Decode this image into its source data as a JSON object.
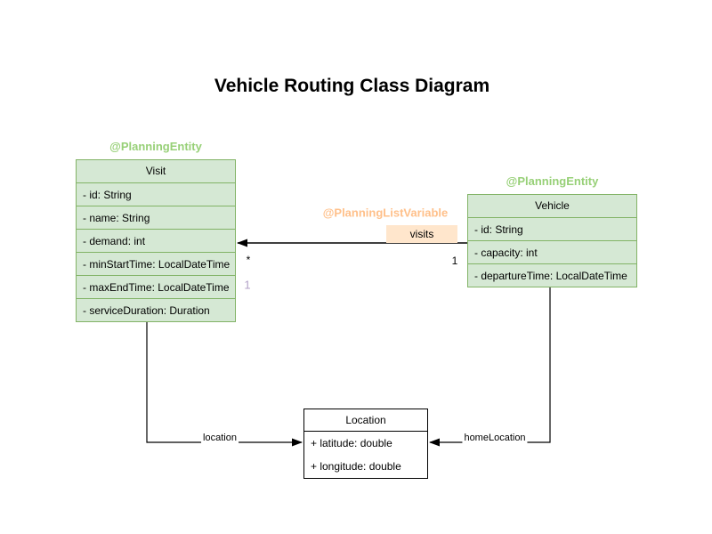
{
  "title": "Vehicle Routing Class Diagram",
  "classes": {
    "visit": {
      "stereotype": "@PlanningEntity",
      "name": "Visit",
      "attributes": [
        "- id: String",
        "- name: String",
        "- demand: int",
        "- minStartTime: LocalDateTime",
        "- maxEndTime: LocalDateTime",
        "- serviceDuration: Duration"
      ]
    },
    "vehicle": {
      "stereotype": "@PlanningEntity",
      "name": "Vehicle",
      "attributes": [
        "- id: String",
        "- capacity: int",
        "- departureTime: LocalDateTime"
      ]
    },
    "location": {
      "name": "Location",
      "attributes": [
        "+ latitude: double",
        "+ longitude: double"
      ]
    }
  },
  "edges": {
    "visits": {
      "annotation": "@PlanningListVariable",
      "label": "visits",
      "multiplicity_target": "*",
      "multiplicity_source": "1",
      "extra_marker": "1"
    },
    "location_edge": {
      "label": "location"
    },
    "home_location_edge": {
      "label": "homeLocation"
    }
  },
  "colors": {
    "class_fill_green": "#d5e8d4",
    "class_border_green": "#82b366",
    "stereotype_green": "#97d077",
    "annotation_orange": "#ffc08a",
    "edge_label_fill": "#ffe6cc",
    "plain_fill": "#ffffff",
    "plain_border": "#000000",
    "extra_marker_purple": "#b3a2c7",
    "edge_color": "#000000"
  }
}
